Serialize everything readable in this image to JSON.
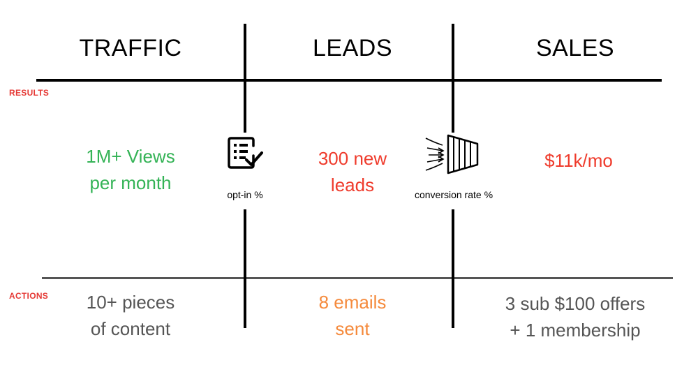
{
  "columns": [
    {
      "key": "traffic",
      "header": "TRAFFIC"
    },
    {
      "key": "leads",
      "header": "LEADS"
    },
    {
      "key": "sales",
      "header": "SALES"
    }
  ],
  "rows": {
    "results_label": "RESULTS",
    "actions_label": "ACTIONS"
  },
  "results": {
    "traffic": [
      "1M+ Views",
      "per month"
    ],
    "leads": [
      "300 new",
      "leads"
    ],
    "sales": [
      "$11k/mo"
    ]
  },
  "actions": {
    "traffic": [
      "10+ pieces",
      "of content"
    ],
    "leads": [
      "8 emails",
      "sent"
    ],
    "sales": [
      "3 sub $100 offers",
      "+ 1 membership"
    ]
  },
  "metrics": {
    "optin": {
      "label": "opt-in %",
      "icon": "checklist-icon"
    },
    "conversion": {
      "label": "conversion rate %",
      "icon": "funnel-icon"
    }
  },
  "colors": {
    "row_label": "#e53935",
    "traffic_result": "#34b356",
    "leads_result": "#ef3b2c",
    "sales_result": "#ef3b2c",
    "action_gray": "#555555",
    "leads_action": "#f58a3c"
  }
}
